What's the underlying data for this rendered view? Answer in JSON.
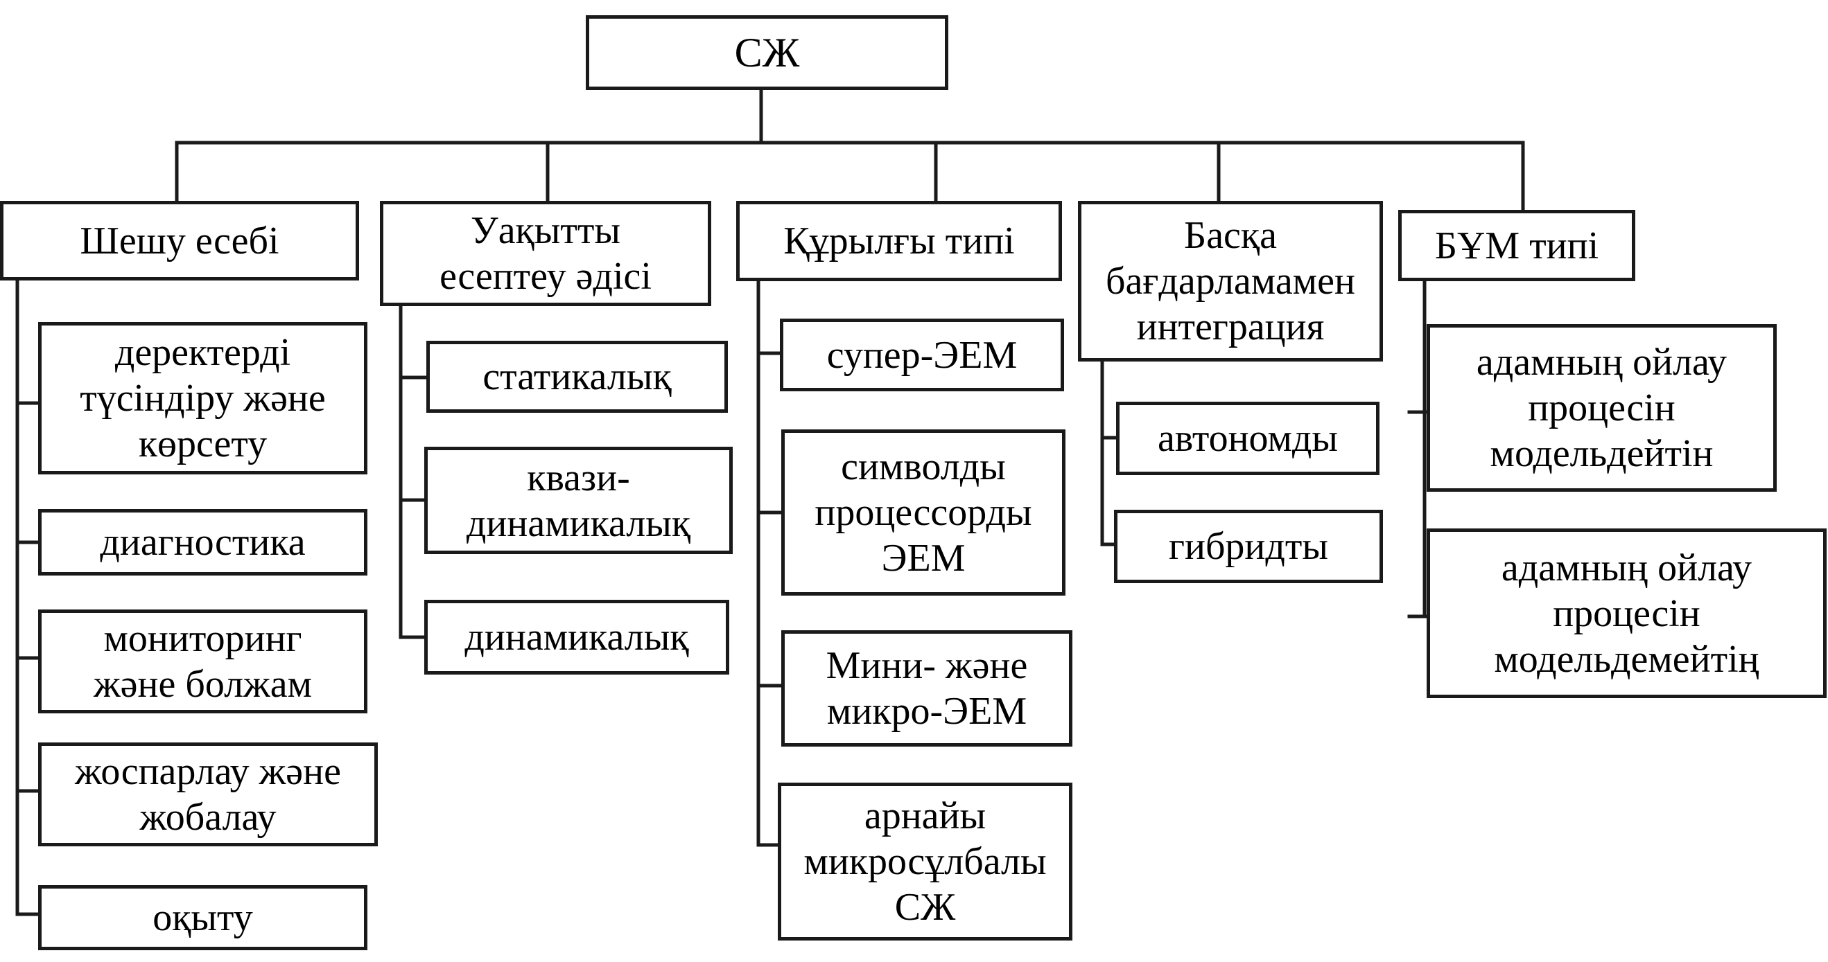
{
  "root": {
    "label": "СЖ"
  },
  "categories": [
    {
      "label": "Шешу есебі",
      "items": [
        "деректерді\nтүсіндіру және\nкөрсету",
        "диагностика",
        "мониторинг\nжәне болжам",
        "жоспарлау және\nжобалау",
        "оқыту"
      ]
    },
    {
      "label": "Уақытты\nесептеу әдісі",
      "items": [
        "статикалық",
        "квази-\nдинамикалық",
        "динамикалық"
      ]
    },
    {
      "label": "Құрылғы типі",
      "items": [
        "супер-ЭЕМ",
        "символды\nпроцессорды\nЭЕМ",
        "Мини- және\nмикро-ЭЕМ",
        "арнайы\nмикросұлбалы\nСЖ"
      ]
    },
    {
      "label": "Басқа\nбағдарламамен\nинтеграция",
      "items": [
        "автономды",
        "гибридты"
      ]
    },
    {
      "label": "БҰМ типі",
      "items": [
        "адамның ойлау\nпроцесін\nмодельдейтін",
        "адамның ойлау\nпроцесін\nмодельдемейтің"
      ]
    }
  ]
}
